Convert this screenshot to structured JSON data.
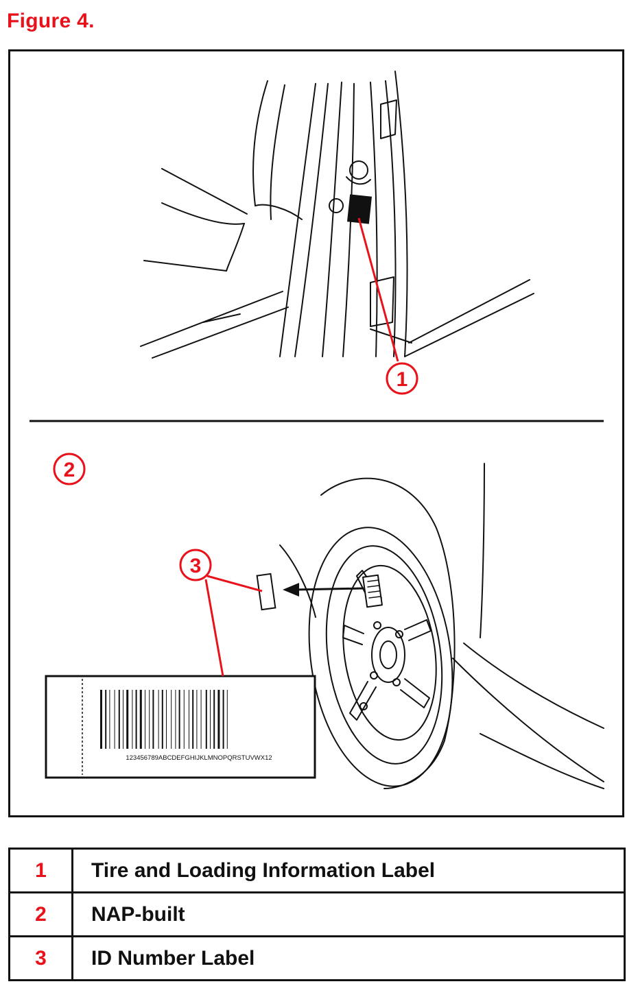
{
  "figure": {
    "title": "Figure 4.",
    "callouts": [
      {
        "number": "1"
      },
      {
        "number": "2"
      },
      {
        "number": "3"
      }
    ],
    "barcode_text": "123456789ABCDEFGHIJKLMNOPQRSTUVWX12"
  },
  "legend": [
    {
      "number": "1",
      "label": "Tire and Loading Information Label"
    },
    {
      "number": "2",
      "label": "NAP-built"
    },
    {
      "number": "3",
      "label": "ID Number Label"
    }
  ],
  "colors": {
    "callout": "#e8121b",
    "line": "#111111"
  }
}
